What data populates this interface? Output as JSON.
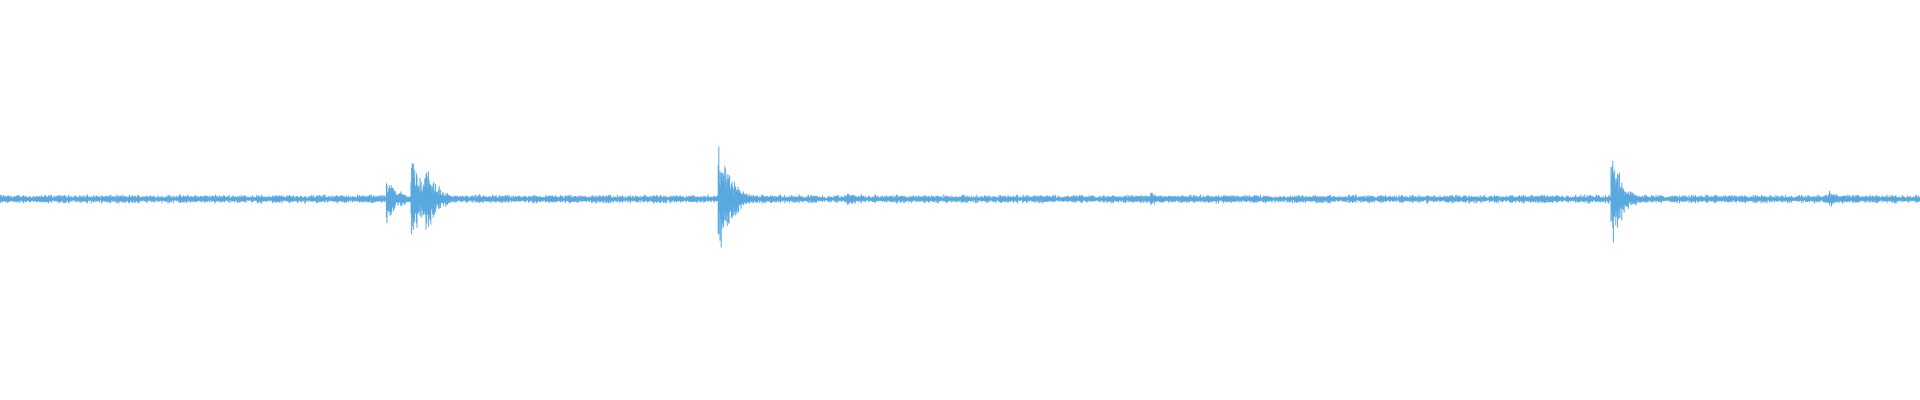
{
  "waveform": {
    "color": "#5aa8e0",
    "background": "#ffffff",
    "bursts": [
      {
        "at": 0.202,
        "peak": 0.14
      },
      {
        "at": 0.215,
        "peak": 0.25
      },
      {
        "at": 0.222,
        "peak": 0.22
      },
      {
        "at": 0.375,
        "peak": 0.32
      },
      {
        "at": 0.38,
        "peak": 0.16
      },
      {
        "at": 0.442,
        "peak": 0.05
      },
      {
        "at": 0.6,
        "peak": 0.04
      },
      {
        "at": 0.84,
        "peak": 0.26
      },
      {
        "at": 0.953,
        "peak": 0.05
      }
    ],
    "noise_floor": 0.02
  }
}
